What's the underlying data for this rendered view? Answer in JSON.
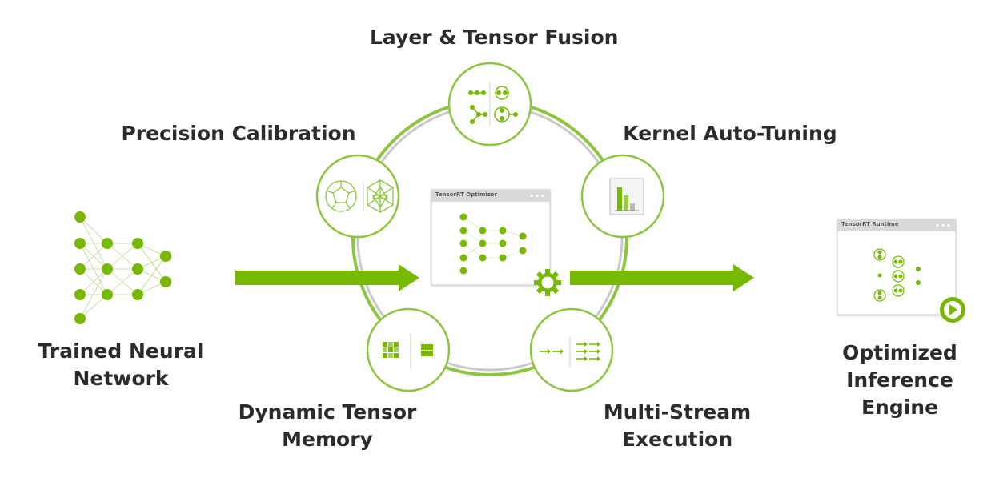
{
  "labels": {
    "layer_tensor_fusion": "Layer & Tensor Fusion",
    "precision_calibration": "Precision Calibration",
    "kernel_auto_tuning": "Kernel Auto-Tuning",
    "trained_network_line1": "Trained Neural",
    "trained_network_line2": "Network",
    "dynamic_memory_line1": "Dynamic Tensor",
    "dynamic_memory_line2": "Memory",
    "multi_stream_line1": "Multi-Stream",
    "multi_stream_line2": "Execution",
    "engine_line1": "Optimized",
    "engine_line2": "Inference",
    "engine_line3": "Engine"
  },
  "windows": {
    "optimizer_title": "TensorRT Optimizer",
    "runtime_title": "TensorRT Runtime"
  },
  "colors": {
    "accent_green": "#76b900",
    "ring_green": "#8cc63f",
    "text": "#2b2b2b"
  },
  "icons": {
    "fusion": "layer-fusion-icon",
    "precision": "precision-calibration-icon",
    "kernel": "bar-chart-icon",
    "memory": "grid-memory-icon",
    "stream": "multi-stream-arrows-icon",
    "gear": "gear-icon",
    "play": "play-icon"
  }
}
